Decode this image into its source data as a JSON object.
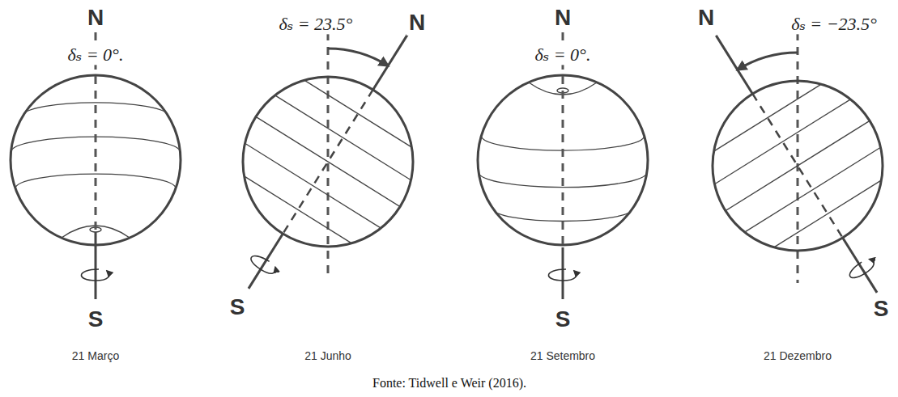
{
  "diagram": {
    "caption": "Fonte: Tidwell e Weir (2016).",
    "labels": [
      "N",
      "δₛ = 0°.",
      "S",
      "21 Março",
      "δₛ = 23.5°",
      "N",
      "S",
      "21 Junho",
      "N",
      "δₛ = 0°.",
      "S",
      "21 Setembro",
      "N",
      "δₛ = −23.5°",
      "S",
      "21 Dezembro"
    ]
  }
}
